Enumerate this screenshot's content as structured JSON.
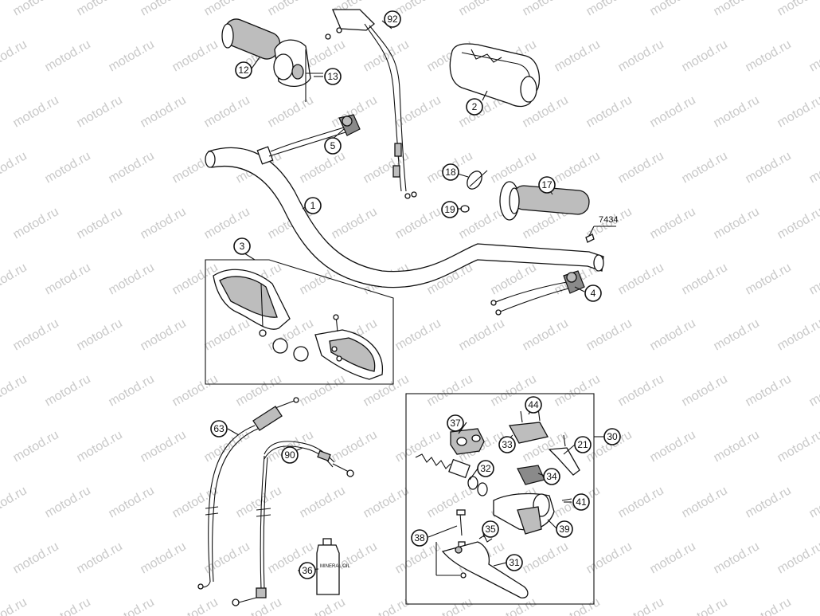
{
  "watermark": {
    "text": "motod.ru",
    "color": "#c9c9c9"
  },
  "callouts": [
    {
      "id": "c1",
      "label": "1"
    },
    {
      "id": "c2",
      "label": "2"
    },
    {
      "id": "c3",
      "label": "3"
    },
    {
      "id": "c4",
      "label": "4"
    },
    {
      "id": "c5",
      "label": "5"
    },
    {
      "id": "c12",
      "label": "12"
    },
    {
      "id": "c13",
      "label": "13"
    },
    {
      "id": "c17",
      "label": "17"
    },
    {
      "id": "c18",
      "label": "18"
    },
    {
      "id": "c19",
      "label": "19"
    },
    {
      "id": "c21",
      "label": "21"
    },
    {
      "id": "c30",
      "label": "30"
    },
    {
      "id": "c31",
      "label": "31"
    },
    {
      "id": "c32",
      "label": "32"
    },
    {
      "id": "c33",
      "label": "33"
    },
    {
      "id": "c34",
      "label": "34"
    },
    {
      "id": "c35",
      "label": "35"
    },
    {
      "id": "c36",
      "label": "36"
    },
    {
      "id": "c37",
      "label": "37"
    },
    {
      "id": "c38",
      "label": "38"
    },
    {
      "id": "c39",
      "label": "39"
    },
    {
      "id": "c41",
      "label": "41"
    },
    {
      "id": "c44",
      "label": "44"
    },
    {
      "id": "c63",
      "label": "63"
    },
    {
      "id": "c90",
      "label": "90"
    },
    {
      "id": "c92",
      "label": "92"
    }
  ],
  "labels": {
    "part_code": "7434",
    "bottle_text": "MINERAL OIL"
  }
}
